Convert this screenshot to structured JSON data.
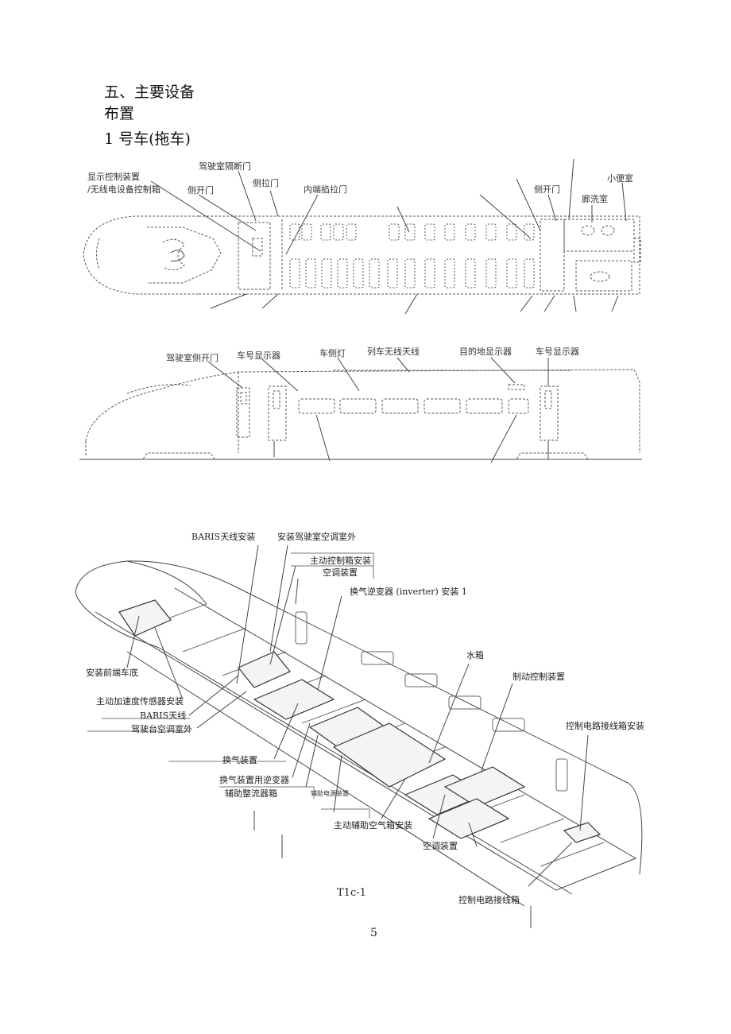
{
  "heading": {
    "section": "五、主要设备",
    "section_cont": "布置",
    "car": "1 号车(拖车)"
  },
  "plan_labels": {
    "display_ctrl_1": "显示控制装置",
    "display_ctrl_2": "/无线电设备控制箱",
    "side_door_left": "侧开门",
    "cab_partition_door": "驾驶室隔断门",
    "side_slide_door": "侧拉门",
    "inner_slide_door": "内端掐拉门",
    "side_door_right": "侧开门",
    "washroom": "廊洗室",
    "urinal": "小便室"
  },
  "side_labels": {
    "cab_side_door": "驾驶室侧开门",
    "car_number_display_1": "车号显示器",
    "side_light": "车侧灯",
    "train_radio_antenna": "列车无线天线",
    "destination_display": "目的地显示器",
    "car_number_display_2": "车号显示器"
  },
  "iso_labels": {
    "baris_antenna_install": "BARIS天线安装",
    "cab_ac_outdoor_install": "安装驾驶室空调室外",
    "main_ctrl_box_install": "主动控制箱安装",
    "ac_unit_top": "空调装置",
    "vent_inverter_install": "换气逆变器 (inverter) 安装 1",
    "water_tank": "水箱",
    "brake_ctrl": "制动控制装置",
    "ctrl_circuit_box_install": "控制电路接线箱安装",
    "front_underframe": "安装前端车底",
    "accel_sensor": "主动加速度传感器安装",
    "baris_antenna": "BARIS天线",
    "cab_ac_outdoor": "驾驶台空调室外",
    "vent_unit": "换气装置",
    "vent_inverter": "换气装置用逆变器",
    "aux_rectifier": "辅助整流器箱",
    "aux_power": "辅助电源装置",
    "main_aux_air_box": "主动辅助空气箱安装",
    "ac_unit_bottom": "空调装置",
    "ctrl_circuit_box": "控制电路接线箱"
  },
  "figure_caption": "T1c-1",
  "page_number": "5"
}
